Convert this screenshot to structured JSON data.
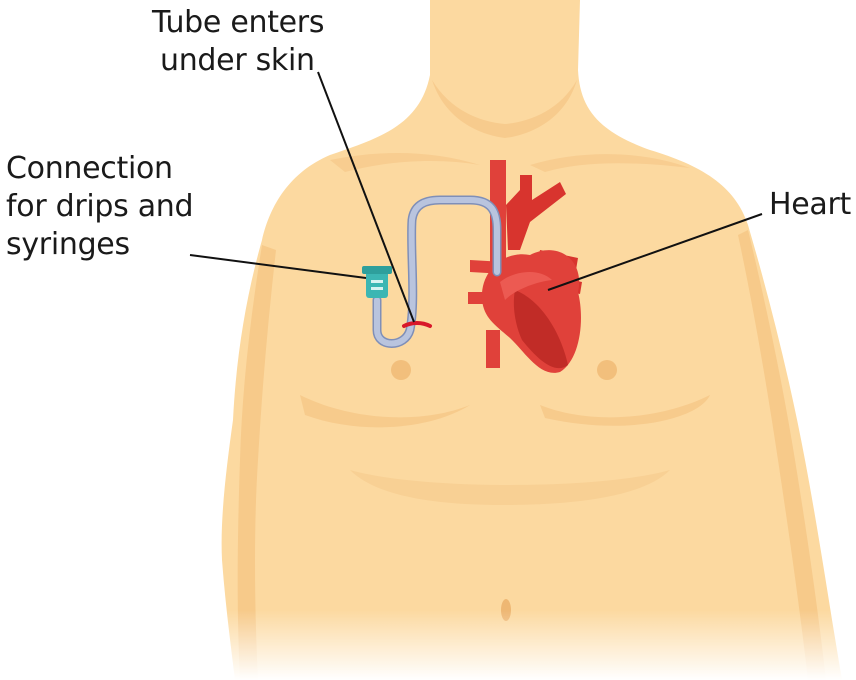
{
  "labels": {
    "tube": [
      "Tube enters",
      "under skin"
    ],
    "connection": [
      "Connection",
      "for drips and",
      "syringes"
    ],
    "heart": "Heart"
  },
  "colors": {
    "background": "#ffffff",
    "skin": "#fcd9a0",
    "skin_shadow": "#f5c585",
    "skin_dark": "#eeb773",
    "heart": "#e0413a",
    "heart_dark": "#c12c27",
    "tube": "#b9c4de",
    "tube_outline": "#7f8fb8",
    "connector": "#3cb6b3",
    "entry_mark": "#d8182a",
    "leader_line": "#111111"
  }
}
